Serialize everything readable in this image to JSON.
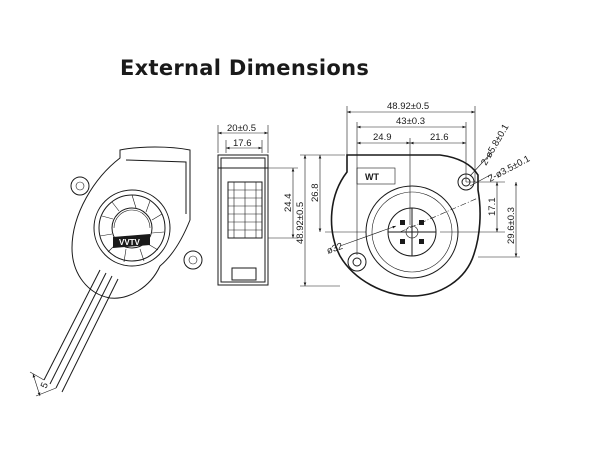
{
  "title": "External Dimensions",
  "logo_text": "VVTV",
  "label_badge_text": "WT",
  "side_view": {
    "width_overall": "20±0.5",
    "width_inner": "17.6",
    "height_inner": "24.4"
  },
  "front_view": {
    "width_overall": "48.92±0.5",
    "hole_spacing": "43±0.3",
    "offset_left": "24.9",
    "offset_right": "21.6",
    "big_hole": "2-ø5.8±0.1",
    "small_hole": "2-ø3.5±0.1",
    "height_left_inner": "26.8",
    "height_overall": "48.92±0.5",
    "hub_diameter": "ø32",
    "height_right_inner": "17.1",
    "height_right_outer": "29.6±0.3"
  },
  "cable": {
    "strip_length": "5"
  }
}
